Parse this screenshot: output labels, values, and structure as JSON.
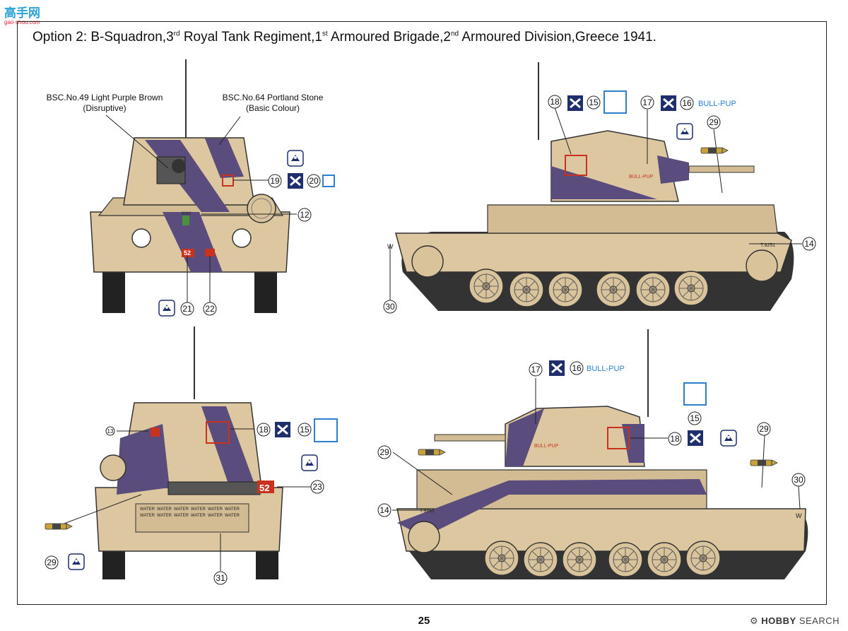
{
  "header": {
    "logo_text": "高手网",
    "logo_url": "gao-shou.com",
    "title_prefix": "Option 2:  B-Squadron,3",
    "sup_1": "rd",
    "title_part2": " Royal Tank Regiment,1",
    "sup_2": "st",
    "title_part3": " Armoured Brigade,2",
    "sup_3": "nd",
    "title_part4": " Armoured Division,Greece 1941."
  },
  "callouts": {
    "purple_brown_1": "BSC.No.49 Light Purple Brown",
    "purple_brown_2": "(Disruptive)",
    "portland_1": "BSC.No.64 Portland Stone",
    "portland_2": "(Basic Colour)"
  },
  "markings": {
    "bull_pup": "BULL-PUP",
    "tank_number": "T.9251",
    "plate_52": "52",
    "plate_0042": "0042",
    "water": "WATER",
    "w_mark": "W"
  },
  "decal_numbers": {
    "n12": "12",
    "n13": "13",
    "n14": "14",
    "n15": "15",
    "n16": "16",
    "n17": "17",
    "n18": "18",
    "n19": "19",
    "n20": "20",
    "n21": "21",
    "n22": "22",
    "n23": "23",
    "n29": "29",
    "n30": "30",
    "n31": "31"
  },
  "footer": {
    "page_number": "25",
    "brand_left": "HOBBY",
    "brand_right": "SEARCH"
  },
  "colors": {
    "portland_stone": "#dcc7a1",
    "purple_brown": "#5b4c7e",
    "marking_red": "#c8321e",
    "marking_blue": "#2d7fd0",
    "insignia_navy": "#1f2f6e"
  }
}
